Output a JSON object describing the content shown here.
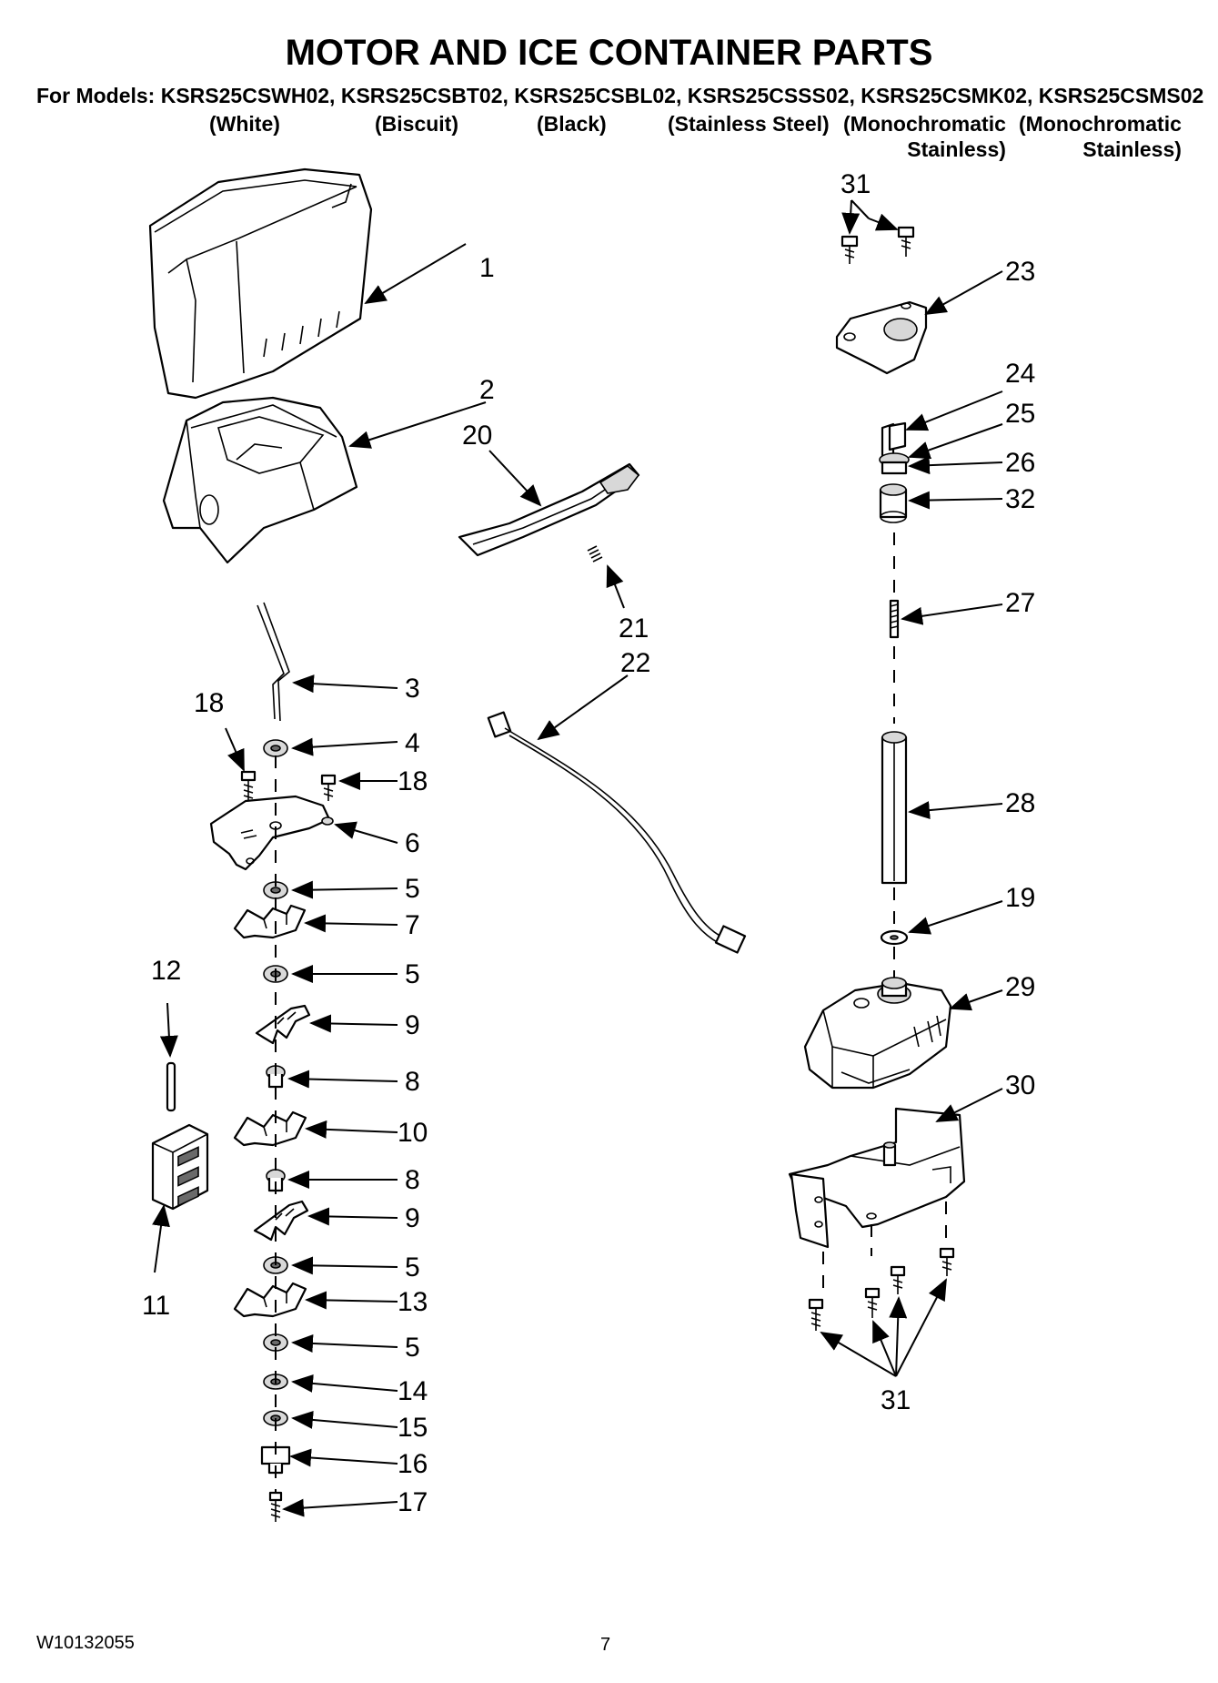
{
  "header": {
    "title": "MOTOR AND ICE CONTAINER PARTS",
    "models_line": "For Models: KSRS25CSWH02, KSRS25CSBT02, KSRS25CSBL02, KSRS25CSSS02, KSRS25CSMK02, KSRS25CSMS02",
    "finishes": [
      {
        "line1": "(White)",
        "line2": ""
      },
      {
        "line1": "(Biscuit)",
        "line2": ""
      },
      {
        "line1": "(Black)",
        "line2": ""
      },
      {
        "line1": "(Stainless Steel)",
        "line2": ""
      },
      {
        "line1": "(Monochromatic",
        "line2": "Stainless)"
      },
      {
        "line1": "(Monochromatic",
        "line2": "Stainless)"
      }
    ]
  },
  "callouts": {
    "c1": "1",
    "c2": "2",
    "c3": "3",
    "c4": "4",
    "c5a": "5",
    "c5b": "5",
    "c5c": "5",
    "c5d": "5",
    "c6": "6",
    "c7": "7",
    "c8a": "8",
    "c8b": "8",
    "c9a": "9",
    "c9b": "9",
    "c10": "10",
    "c11": "11",
    "c12": "12",
    "c13": "13",
    "c14": "14",
    "c15": "15",
    "c16": "16",
    "c17": "17",
    "c18a": "18",
    "c18b": "18",
    "c19": "19",
    "c20": "20",
    "c21": "21",
    "c22": "22",
    "c23": "23",
    "c24": "24",
    "c25": "25",
    "c26": "26",
    "c27": "27",
    "c28": "28",
    "c29": "29",
    "c30": "30",
    "c31a": "31",
    "c31b": "31",
    "c32": "32"
  },
  "footer": {
    "doc_number": "W10132055",
    "page_number": "7"
  }
}
